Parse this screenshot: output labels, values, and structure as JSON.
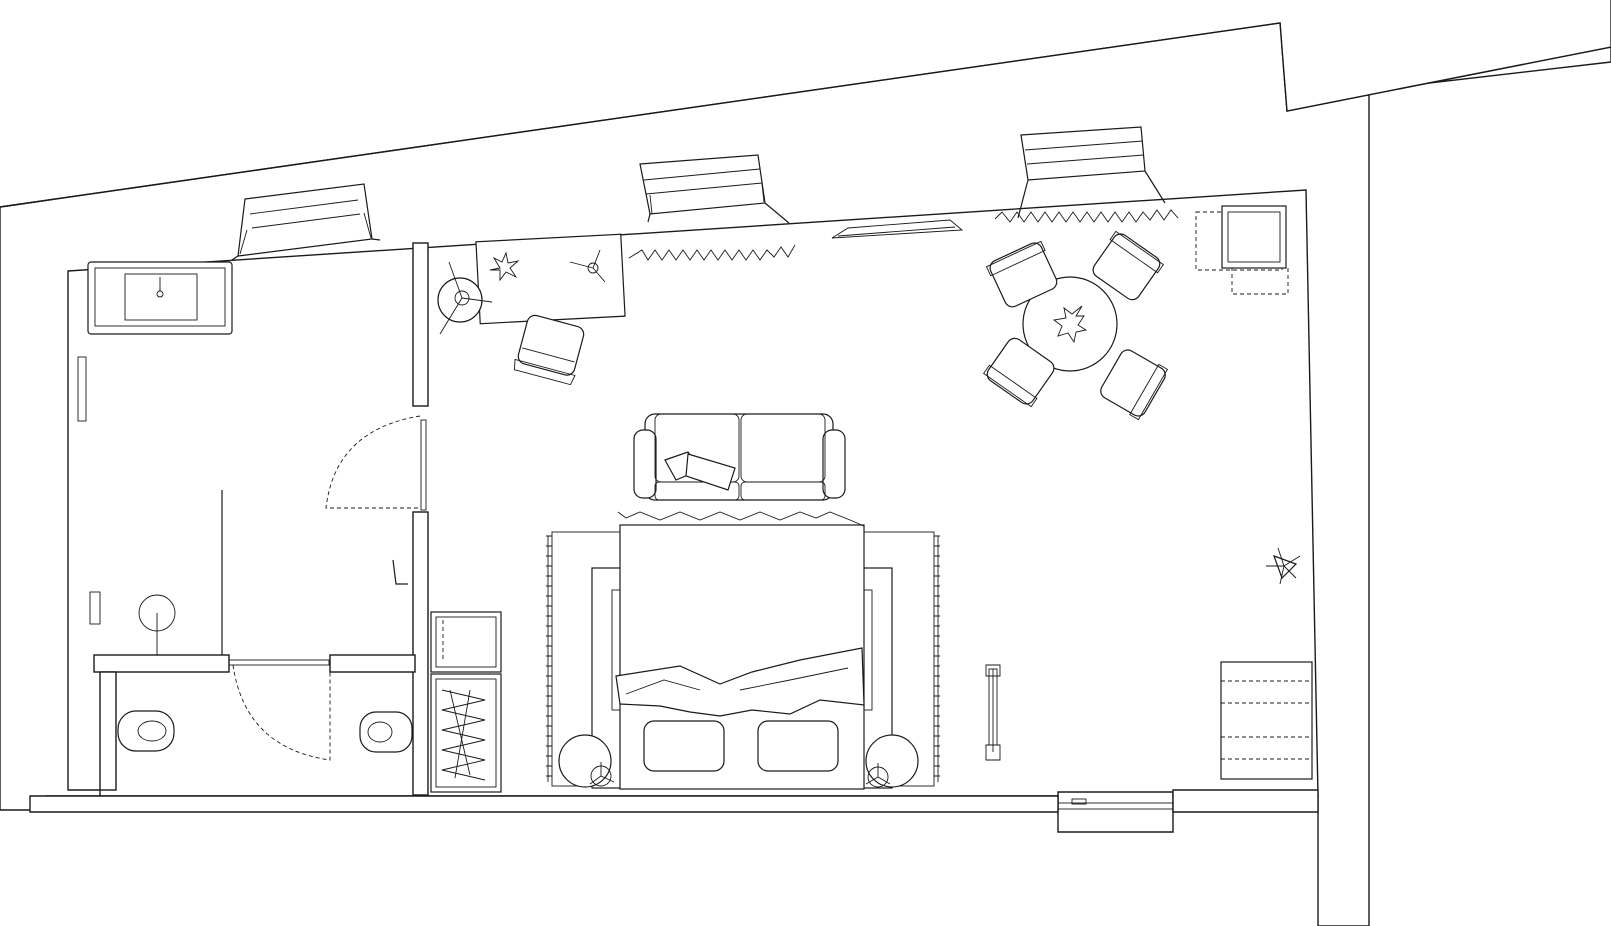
{
  "plan": {
    "rooms": [
      "bathroom",
      "bedroom-living-room"
    ],
    "furniture": [
      "sink-vanity",
      "shower",
      "toilet",
      "bidet",
      "wardrobe",
      "desk",
      "desk-chair",
      "sofa",
      "double-bed",
      "rug",
      "dining-table",
      "dining-chairs",
      "luggage-rack",
      "floor-lamp",
      "side-table",
      "radiators",
      "towel-rail"
    ],
    "labels": []
  }
}
